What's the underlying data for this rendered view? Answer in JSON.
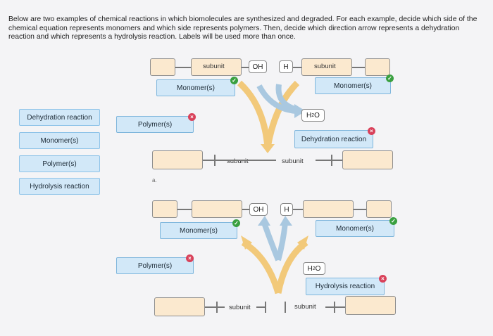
{
  "instructions": "Below are two examples of chemical reactions in which biomolecules are synthesized and degraded. For each example, decide which side of the chemical equation represents monomers and which side represents polymers. Then, decide which direction arrow represents a dehydration reaction and which represents a hydrolysis reaction. Labels will be used more than once.",
  "label_bank": [
    "Dehydration reaction",
    "Monomer(s)",
    "Polymer(s)",
    "Hydrolysis reaction"
  ],
  "example_a": {
    "top_left_subunit": "subunit",
    "top_right_subunit": "subunit",
    "oh": "OH",
    "h": "H",
    "water": "H",
    "water_sub": "2",
    "water_tail": "O",
    "answer_monomer_left": "Monomer(s)",
    "answer_monomer_right": "Monomer(s)",
    "answer_polymer": "Polymer(s)",
    "answer_reaction": "Dehydration reaction",
    "bottom_left_subunit": "subunit",
    "bottom_right_subunit": "subunit",
    "letter": "a."
  },
  "example_b": {
    "top_oh": "OH",
    "top_h": "H",
    "water": "H",
    "water_sub": "2",
    "water_tail": "O",
    "answer_monomer_left": "Monomer(s)",
    "answer_monomer_right": "Monomer(s)",
    "answer_polymer": "Polymer(s)",
    "answer_reaction": "Hydrolysis reaction",
    "bottom_left_subunit": "subunit",
    "bottom_right_subunit": "subunit"
  },
  "colors": {
    "bank_bg": "#d2e8f8",
    "slot_bg": "#fbe9cf",
    "arrow_yellow": "#f2c97a",
    "arrow_blue": "#a9c8e0",
    "correct": "#3aa040",
    "incorrect": "#d9415a"
  },
  "icons": {
    "correct": "check-badge-icon",
    "incorrect": "x-badge-icon"
  }
}
